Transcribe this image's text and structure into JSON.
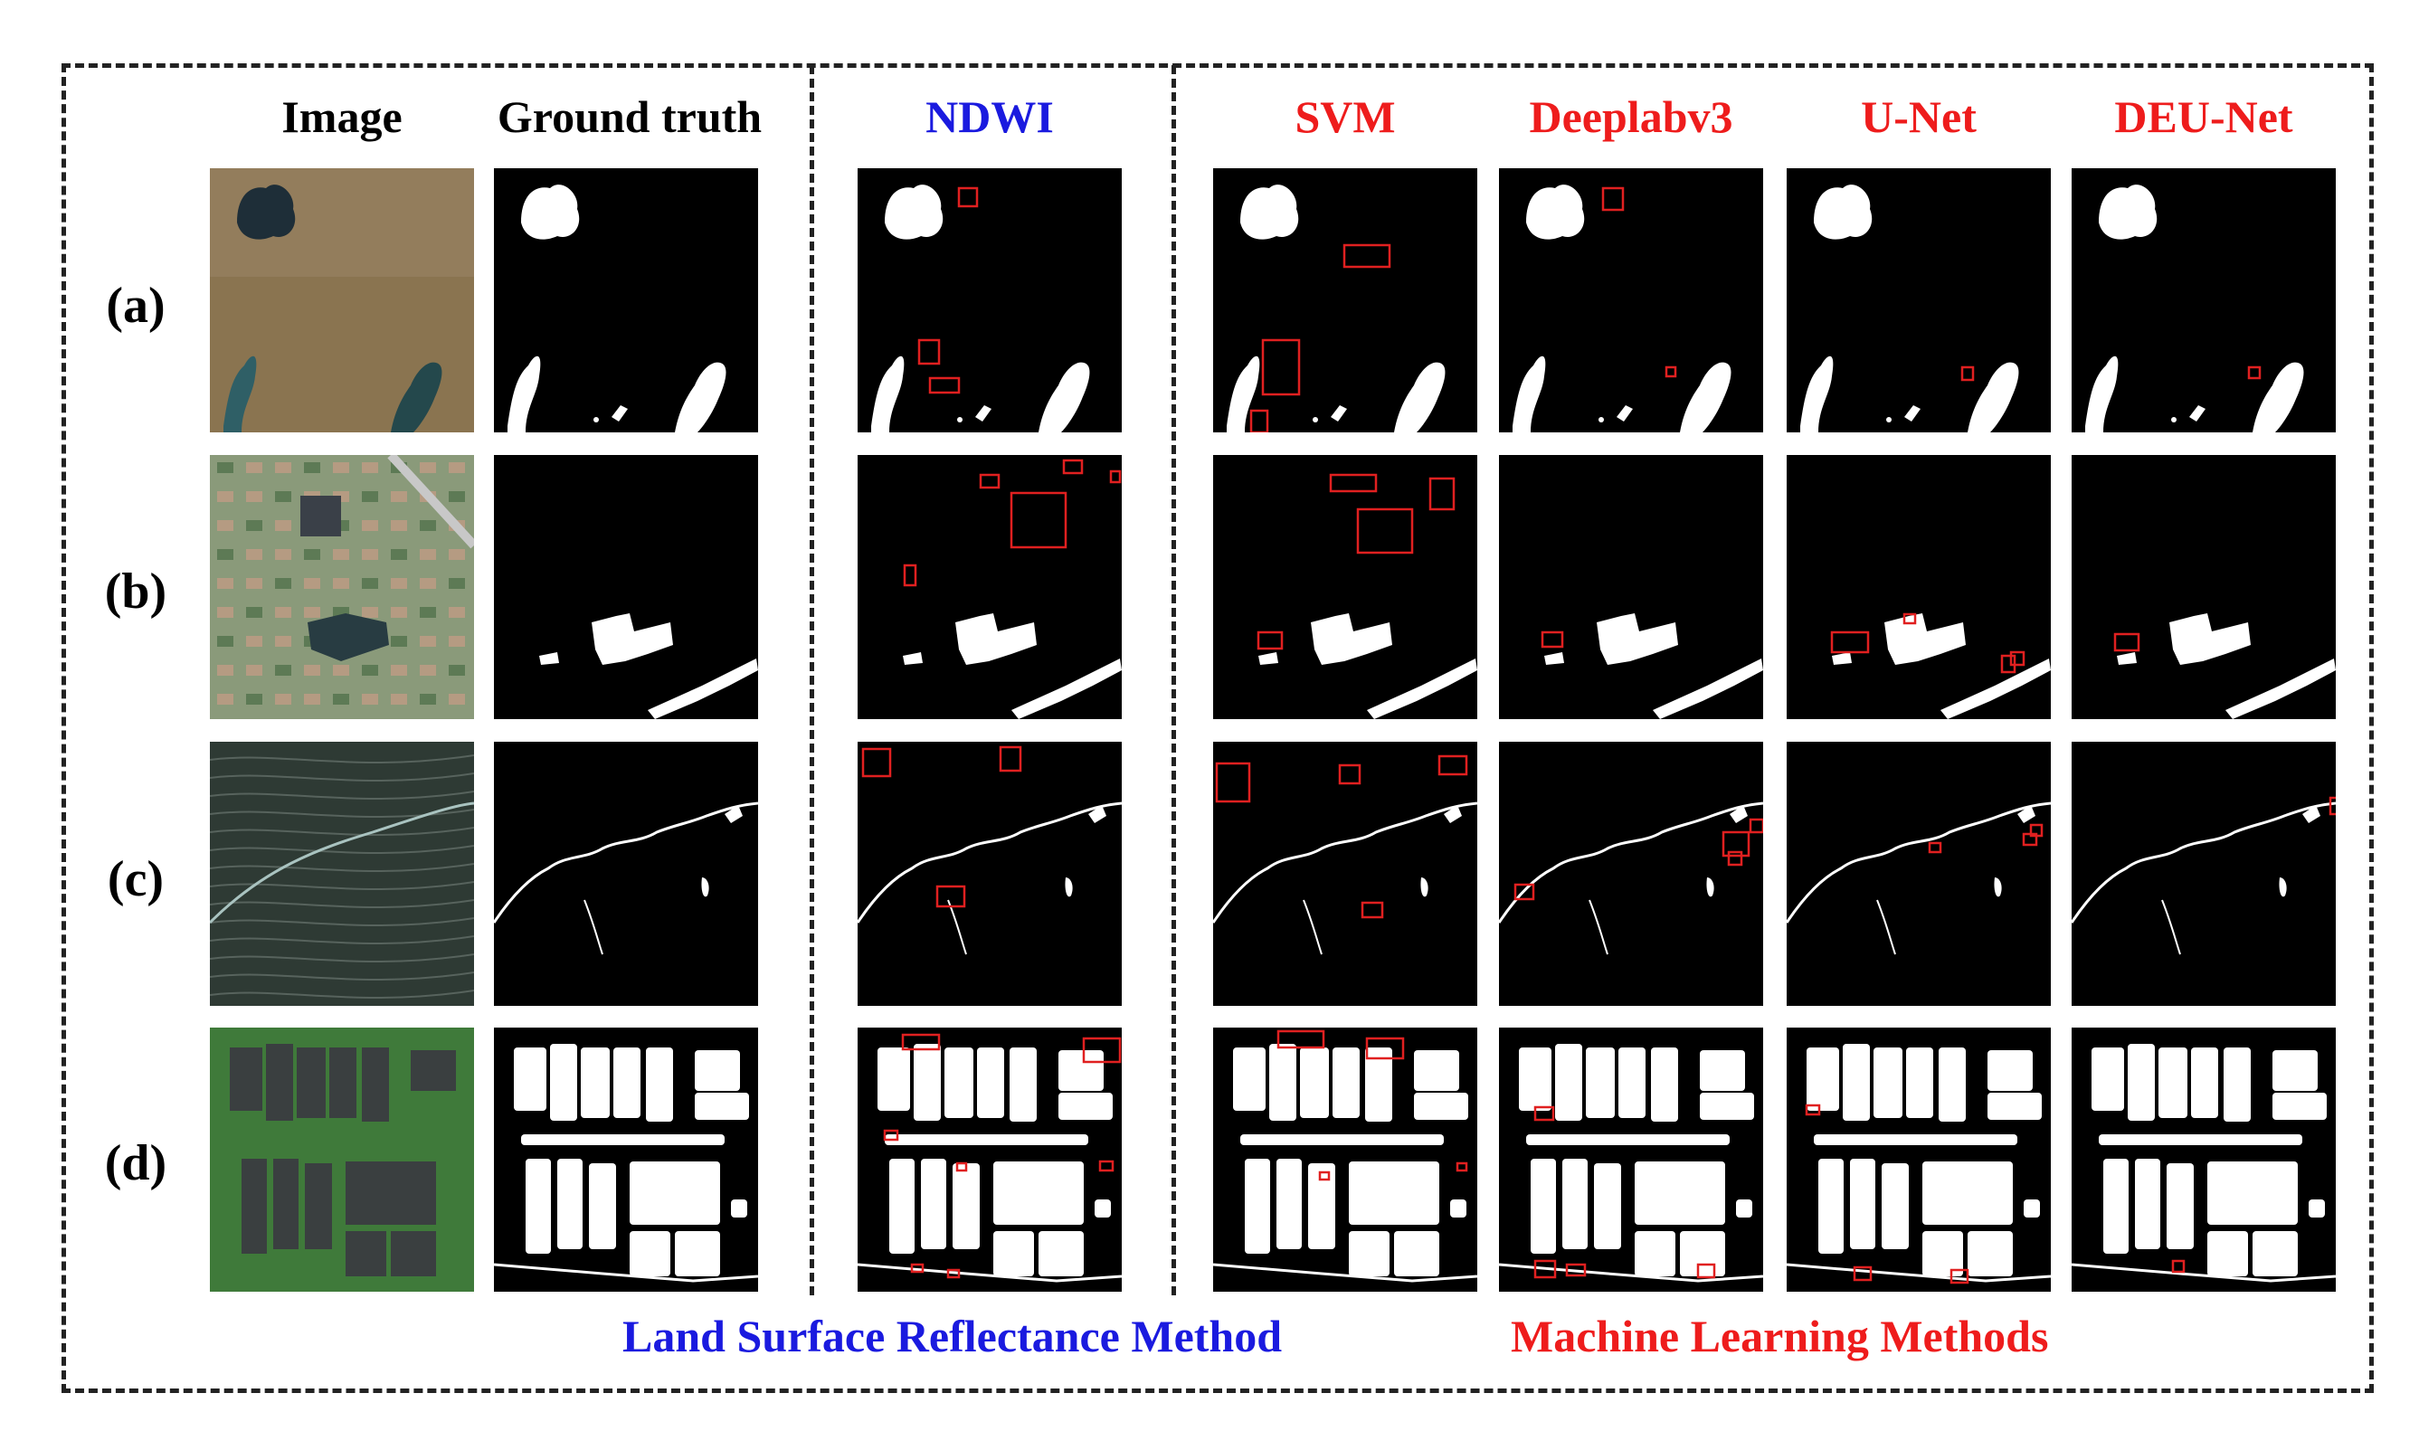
{
  "columns": [
    {
      "key": "image",
      "label": "Image",
      "color": "#000000"
    },
    {
      "key": "gt",
      "label": "Ground truth",
      "color": "#000000"
    },
    {
      "key": "ndwi",
      "label": "NDWI",
      "color": "#1a1adf"
    },
    {
      "key": "svm",
      "label": "SVM",
      "color": "#ee1c1c"
    },
    {
      "key": "deeplab",
      "label": "Deeplabv3",
      "color": "#ee1c1c"
    },
    {
      "key": "unet",
      "label": "U-Net",
      "color": "#ee1c1c"
    },
    {
      "key": "deunet",
      "label": "DEU-Net",
      "color": "#ee1c1c"
    }
  ],
  "rows": [
    {
      "key": "a",
      "label": "(a)"
    },
    {
      "key": "b",
      "label": "(b)"
    },
    {
      "key": "c",
      "label": "(c)"
    },
    {
      "key": "d",
      "label": "(d)"
    }
  ],
  "groups": {
    "land_surface": {
      "label": "Land Surface Reflectance Method",
      "color": "#1a1adf"
    },
    "machine_learning": {
      "label": "Machine Learning Methods",
      "color": "#ee1c1c"
    }
  },
  "colors": {
    "water": "#ffffff",
    "background": "#000000",
    "error_box": "#e02020",
    "frame": "#222222"
  }
}
